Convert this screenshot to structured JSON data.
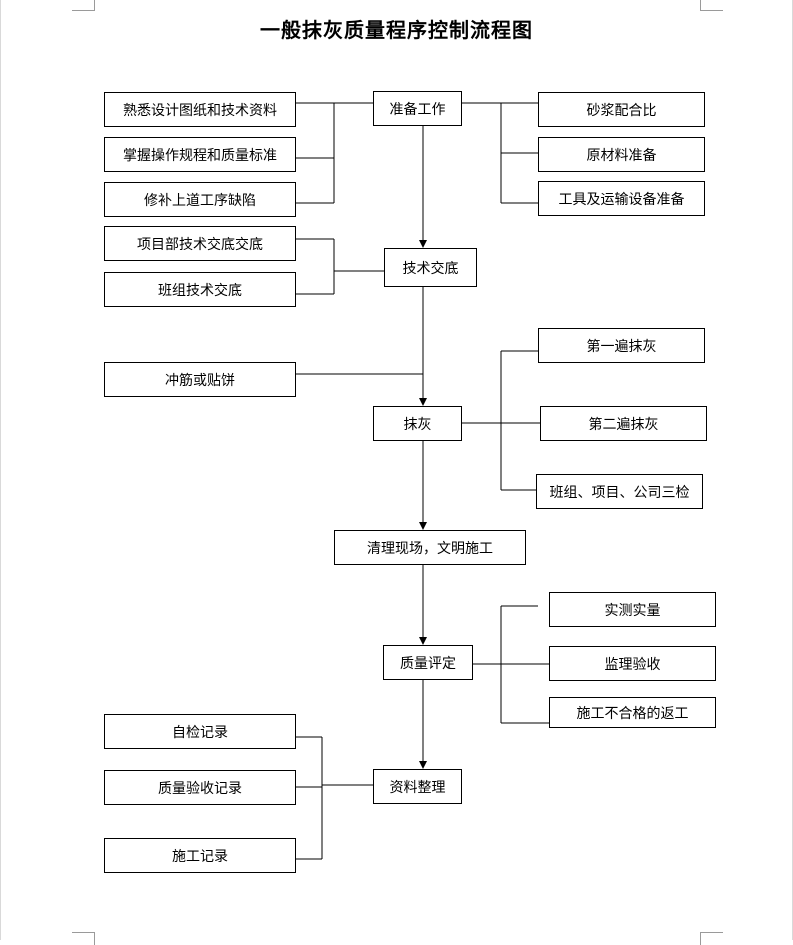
{
  "title": "一般抹灰质量程序控制流程图",
  "main_steps": {
    "prepare": "准备工作",
    "disclosure": "技术交底",
    "plaster": "抹灰",
    "cleanup": "清理现场，文明施工",
    "evaluate": "质量评定",
    "archive": "资料整理"
  },
  "prepare_inputs": [
    "熟悉设计图纸和技术资料",
    "掌握操作规程和质量标准",
    "修补上道工序缺陷"
  ],
  "prepare_outputs": [
    "砂浆配合比",
    "原材料准备",
    "工具及运输设备准备"
  ],
  "disclosure_inputs": [
    "项目部技术交底交底",
    "班组技术交底"
  ],
  "plaster_input": "冲筋或贴饼",
  "plaster_outputs": [
    "第一遍抹灰",
    "第二遍抹灰",
    "班组、项目、公司三检"
  ],
  "evaluate_outputs": [
    "实测实量",
    "监理验收",
    "施工不合格的返工"
  ],
  "archive_inputs": [
    "自检记录",
    "质量验收记录",
    "施工记录"
  ]
}
